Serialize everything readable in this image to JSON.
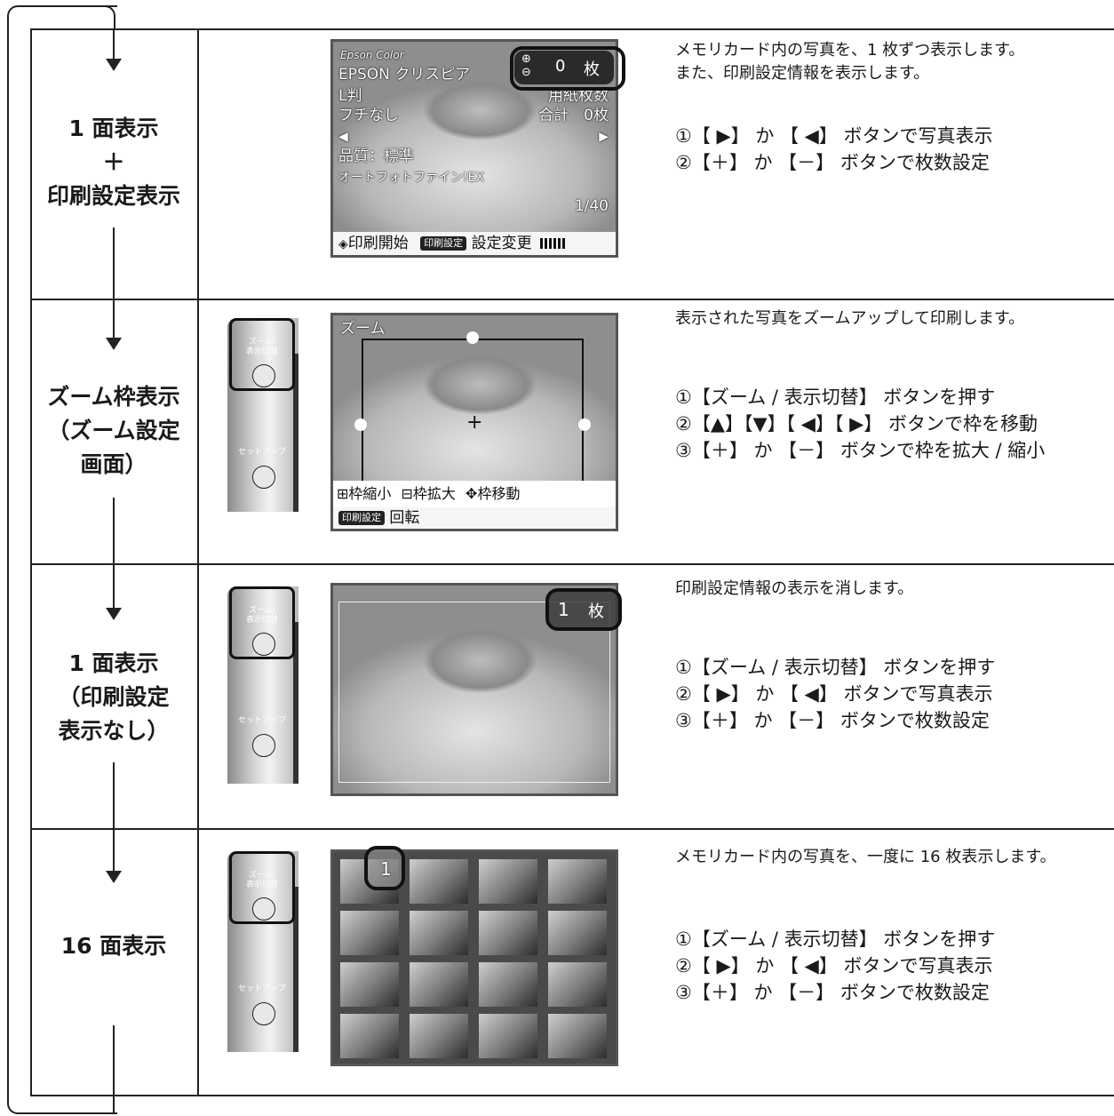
{
  "modes": [
    {
      "label": "1 面表示\n＋\n印刷設定表示",
      "desc": "メモリカード内の写真を、1 枚ずつ表示します。\nまた、印刷設定情報を表示します。",
      "steps": "①【 ▶】 か 【 ◀】 ボタンで写真表示\n②【＋】 か 【－】 ボタンで枚数設定"
    },
    {
      "label": "ズーム枠表示\n（ズーム設定\n画面）",
      "desc": "表示された写真をズームアップして印刷します。",
      "steps": "①【ズーム / 表示切替】 ボタンを押す\n②【▲】【▼】【 ◀】【 ▶】 ボタンで枠を移動\n③【＋】 か 【－】 ボタンで枠を拡大 / 縮小"
    },
    {
      "label": "1 面表示\n（印刷設定\n表示なし）",
      "desc": "印刷設定情報の表示を消します。",
      "steps": "①【ズーム / 表示切替】 ボタンを押す\n②【 ▶】 か 【 ◀】 ボタンで写真表示\n③【＋】 か 【－】 ボタンで枚数設定"
    },
    {
      "label": "16 面表示",
      "desc": "メモリカード内の写真を、一度に 16 枚表示します。",
      "steps": "①【ズーム / 表示切替】 ボタンを押す\n②【 ▶】 か 【 ◀】 ボタンで写真表示\n③【＋】 か 【－】 ボタンで枚数設定"
    }
  ],
  "screen1": {
    "logo": "Epson Color",
    "model": "EPSON クリスピア",
    "size": "L判",
    "border": "フチなし",
    "quality": "品質：標準",
    "enhance": "オートフォトファイン!EX",
    "copies": "0",
    "copies_unit": "枚",
    "paper_count_label": "用紙枚数",
    "total": "合計　0枚",
    "page": "1/40",
    "start": "印刷開始",
    "settings_tag": "印刷設定",
    "settings_change": "設定変更"
  },
  "screen2": {
    "title": "ズーム",
    "shrink": "枠縮小",
    "enlarge": "枠拡大",
    "move": "枠移動",
    "settings_tag": "印刷設定",
    "rotate": "回転",
    "crosshair": "+"
  },
  "screen3": {
    "copies": "1",
    "copies_unit": "枚"
  },
  "screen4": {
    "selected_index": "1"
  },
  "panel": {
    "zoom_label": "ズーム/\n表示切替",
    "setup_label": "セットアップ"
  }
}
